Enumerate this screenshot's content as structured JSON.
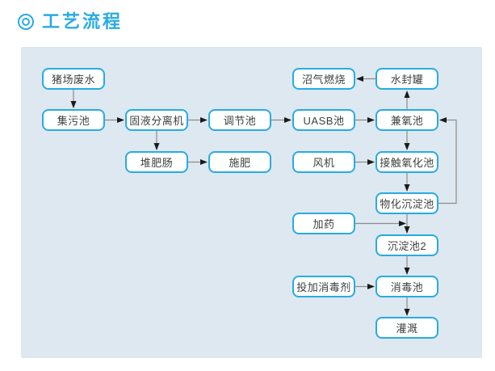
{
  "title": "工艺流程",
  "colors": {
    "accent": "#29abe2",
    "panel_bg": "#dde8f0",
    "node_border": "#29abe2",
    "node_fill": "#feffff",
    "node_text": "#3f3f3f",
    "connector_line": "#8c8c8c",
    "arrowhead": "#1a1a1a"
  },
  "flowchart": {
    "nodes": [
      {
        "label": "猪场废水"
      },
      {
        "label": "集污池"
      },
      {
        "label": "固液分离机"
      },
      {
        "label": "堆肥肠"
      },
      {
        "label": "施肥"
      },
      {
        "label": "调节池"
      },
      {
        "label": "UASB池"
      },
      {
        "label": "沼气燃烧"
      },
      {
        "label": "水封罐"
      },
      {
        "label": "兼氧池"
      },
      {
        "label": "风机"
      },
      {
        "label": "接触氧化池"
      },
      {
        "label": "物化沉淀池"
      },
      {
        "label": "加药"
      },
      {
        "label": "沉淀池2"
      },
      {
        "label": "投加消毒剂"
      },
      {
        "label": "消毒池"
      },
      {
        "label": "灌溉"
      }
    ],
    "edges": [
      {
        "from": "猪场废水",
        "to": "集污池"
      },
      {
        "from": "集污池",
        "to": "固液分离机"
      },
      {
        "from": "固液分离机",
        "to": "调节池"
      },
      {
        "from": "调节池",
        "to": "UASB池"
      },
      {
        "from": "UASB池",
        "to": "兼氧池"
      },
      {
        "from": "固液分离机",
        "to": "堆肥肠"
      },
      {
        "from": "堆肥肠",
        "to": "施肥"
      },
      {
        "from": "水封罐",
        "to": "沼气燃烧"
      },
      {
        "from": "兼氧池",
        "to": "水封罐"
      },
      {
        "from": "兼氧池",
        "to": "接触氧化池"
      },
      {
        "from": "风机",
        "to": "接触氧化池"
      },
      {
        "from": "接触氧化池",
        "to": "物化沉淀池"
      },
      {
        "from": "物化沉淀池",
        "to": "兼氧池"
      },
      {
        "from": "物化沉淀池",
        "to": "沉淀池2"
      },
      {
        "from": "加药",
        "to": "沉淀池2"
      },
      {
        "from": "沉淀池2",
        "to": "消毒池"
      },
      {
        "from": "投加消毒剂",
        "to": "消毒池"
      },
      {
        "from": "消毒池",
        "to": "灌溉"
      }
    ]
  }
}
